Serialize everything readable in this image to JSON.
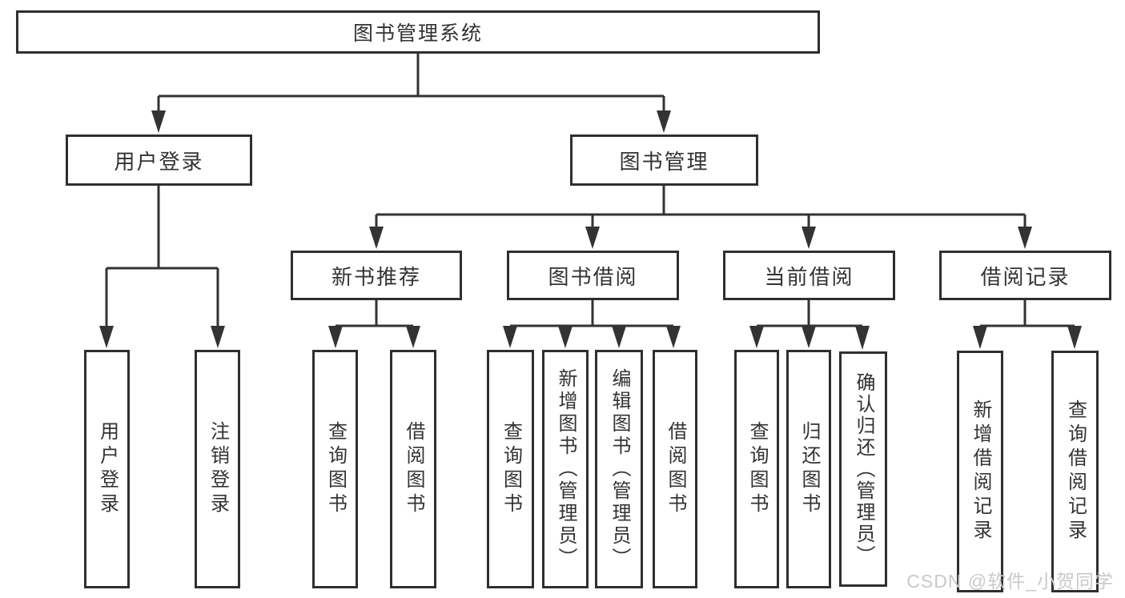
{
  "tree": {
    "root": "图书管理系统",
    "branches": [
      {
        "label": "用户登录",
        "children": [
          "用户登录",
          "注销登录"
        ]
      },
      {
        "label": "图书管理",
        "sections": [
          {
            "label": "新书推荐",
            "children": [
              "查询图书",
              "借阅图书"
            ]
          },
          {
            "label": "图书借阅",
            "children": [
              "查询图书",
              "新增图书（管理员）",
              "编辑图书（管理员）",
              "借阅图书"
            ]
          },
          {
            "label": "当前借阅",
            "children": [
              "查询图书",
              "归还图书",
              "确认归还（管理员）"
            ]
          },
          {
            "label": "借阅记录",
            "children": [
              "新增借阅记录",
              "查询借阅记录"
            ]
          }
        ]
      }
    ]
  },
  "watermark": "CSDN @软件_小贺同学",
  "colors": {
    "line": "#333333",
    "text": "#333333",
    "box_background": "#ffffff",
    "watermark": "#c9c9c9"
  }
}
